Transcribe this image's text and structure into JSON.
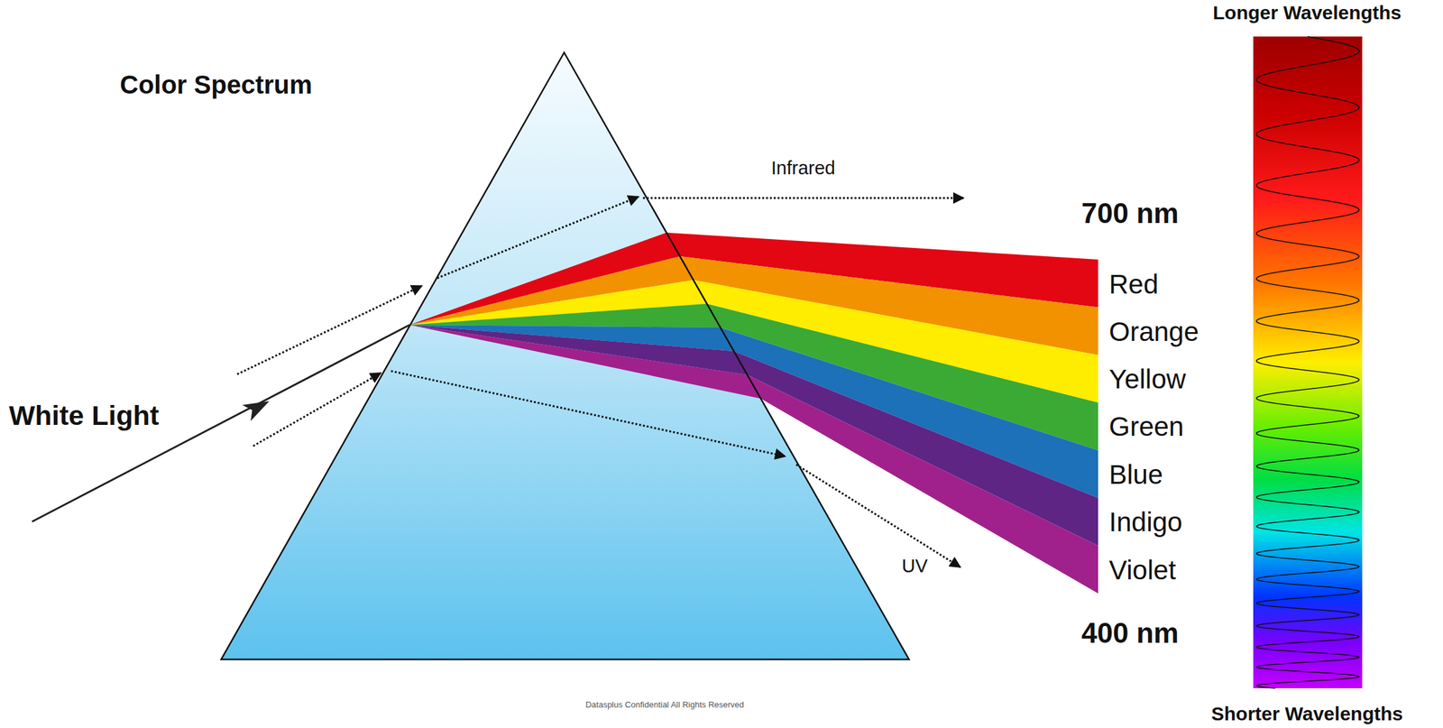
{
  "diagram": {
    "title": "Color Spectrum",
    "labels": [
      "White Light",
      "Infrared",
      "700 nm",
      "Red",
      "Orange",
      "Yellow",
      "Green",
      "Blue",
      "Indigo",
      "Violet",
      "400 nm",
      "UV",
      "Longer Wavelengths",
      "Shorter Wavelengths",
      "Datasplus Confidential All Rights Reserved"
    ]
  }
}
